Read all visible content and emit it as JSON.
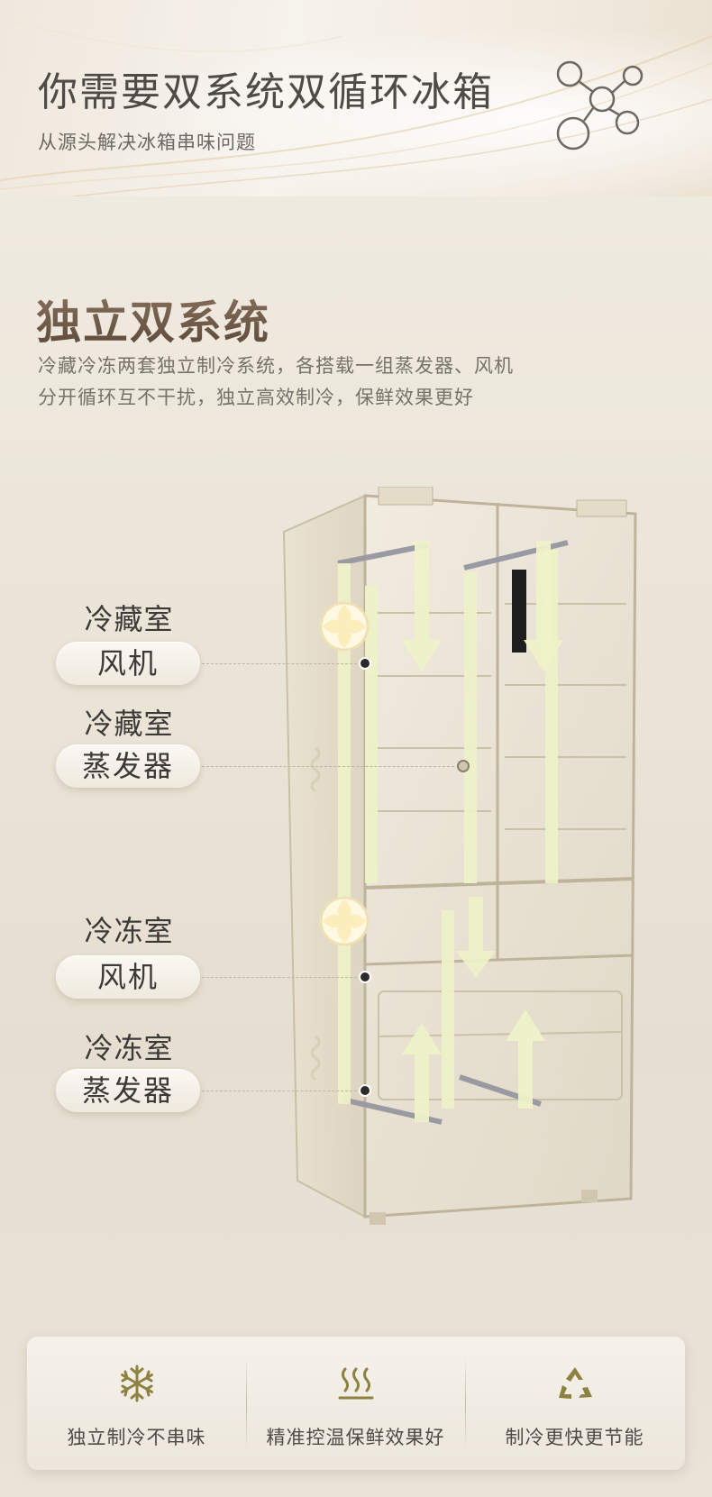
{
  "header": {
    "headline_pre": "你需要",
    "headline_hl1": "双系统",
    "headline_hl2": "双循",
    "headline_post": "环冰箱",
    "subhead": "从源头解决冰箱串味问题",
    "icon": "molecule-icon"
  },
  "section": {
    "title": "独立双系统",
    "desc_line1": "冷藏冷冻两套独立制冷系统，各搭载一组蒸发器、风机",
    "desc_line2": "分开循环互不干扰，独立高效制冷，保鲜效果更好"
  },
  "labels": [
    {
      "zone": "冷藏室",
      "part": "风机"
    },
    {
      "zone": "冷藏室",
      "part": "蒸发器"
    },
    {
      "zone": "冷冻室",
      "part": "风机"
    },
    {
      "zone": "冷冻室",
      "part": "蒸发器"
    }
  ],
  "features": [
    {
      "icon": "snowflake-icon",
      "label": "独立制冷不串味"
    },
    {
      "icon": "heat-waves-icon",
      "label": "精准控温保鲜效果好"
    },
    {
      "icon": "recycle-icon",
      "label": "制冷更快更节能"
    }
  ],
  "colors": {
    "accent": "#e7b15f",
    "title_brown": "#6b5643",
    "airflow": "#eef2c8",
    "icon_olive": "#8d8242"
  }
}
